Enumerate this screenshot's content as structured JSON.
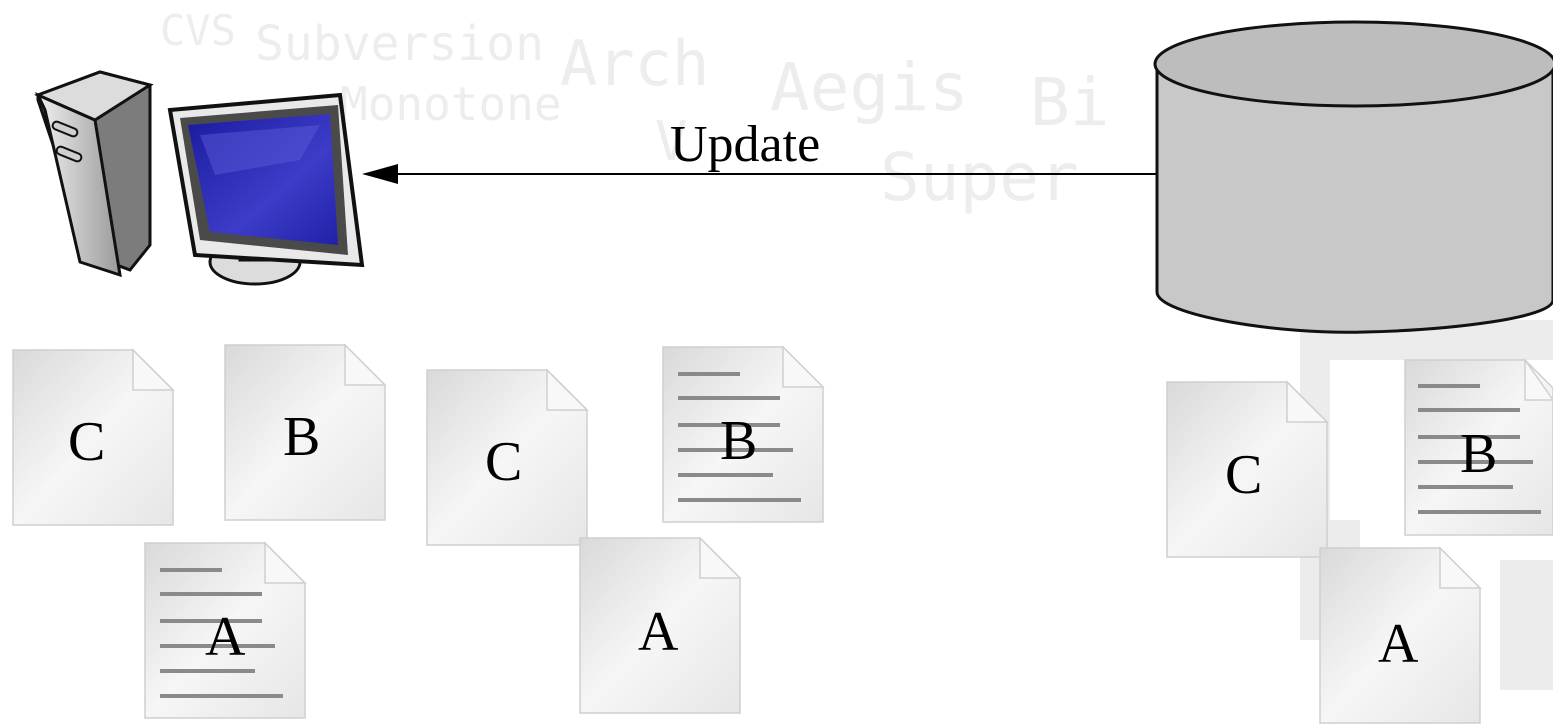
{
  "background_words": {
    "cvs": "CVS",
    "subversion": "Subversion",
    "arch": "Arch",
    "aegis": "Aegis",
    "bi": "Bi",
    "monotone": "Monotone",
    "v": "V",
    "super": "Super"
  },
  "arrow": {
    "label": "Update"
  },
  "documents": {
    "left_group": [
      "C",
      "B",
      "A"
    ],
    "middle_group": [
      "C",
      "B",
      "A"
    ],
    "right_group": [
      "C",
      "B",
      "A"
    ]
  },
  "colors": {
    "cylinder_fill": "#c8c8c8",
    "monitor_screen": "#2a2ab8",
    "document_fill": "#eeeeee",
    "watermark": "#ededed"
  }
}
